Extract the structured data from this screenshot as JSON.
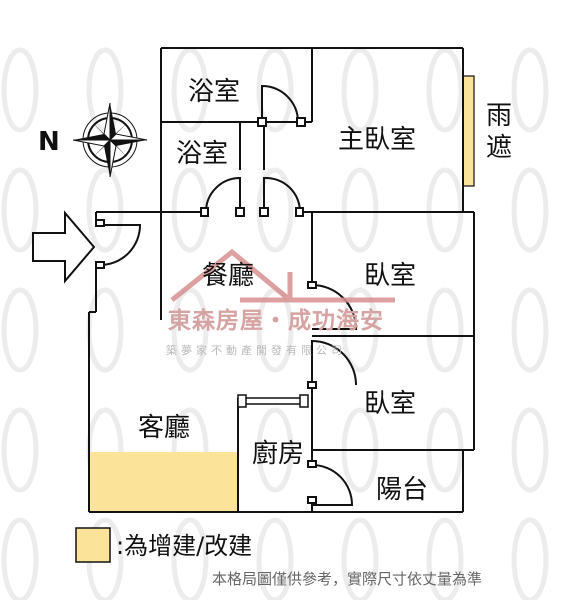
{
  "rooms": {
    "bath_1": "浴室",
    "bath_2": "浴室",
    "master_bedroom": "主臥室",
    "dining": "餐廳",
    "bedroom_1": "臥室",
    "bedroom_2": "臥室",
    "living": "客廳",
    "kitchen": "廚房",
    "balcony": "陽台",
    "awning_line1": "雨",
    "awning_line2": "遮"
  },
  "compass": {
    "north_label": "N"
  },
  "watermark": {
    "company": "東森房屋・成功海安",
    "subline": "築夢家不動產開發有限公司"
  },
  "legend": {
    "swatch_color": "#fbe39a",
    "text": ":為增建/改建"
  },
  "disclaimer": "本格局圖僅供參考，實際尺寸依丈量為準",
  "colors": {
    "wall": "#111111",
    "extension": "#fbe39a",
    "awning": "#fbe39a",
    "watermark_house": "#d69090"
  }
}
